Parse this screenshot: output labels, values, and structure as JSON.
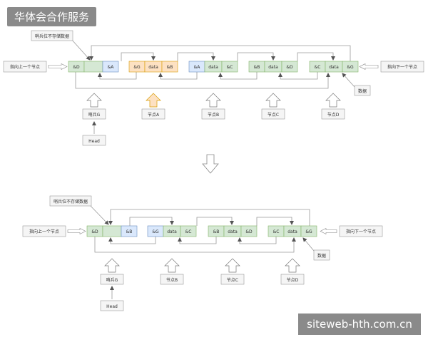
{
  "header": {
    "title": "华体会合作服务"
  },
  "watermark": {
    "text": "siteweb-hth.com.cn"
  },
  "labels": {
    "sentinel_note": "哨兵位不存储数据",
    "prev_pointer": "指向上一个节点",
    "next_pointer": "指向下一个节点",
    "data_note": "数据",
    "sentinel": "哨兵G",
    "head": "Head",
    "node_a": "节点A",
    "node_b": "节点B",
    "node_c": "节点C",
    "node_d": "节点D"
  },
  "cells": {
    "g_prev": "&D",
    "g_next": "&A",
    "a_prev": "&G",
    "a_data": "data",
    "a_next": "&B",
    "b_prev": "&A",
    "b_data": "data",
    "b_next": "&C",
    "c_prev": "&B",
    "c_data": "data",
    "c_next": "&D",
    "d_prev": "&C",
    "d_data": "data",
    "d_next": "&G",
    "g2_prev": "&D",
    "g2_next": "&B",
    "b2_prev": "&G",
    "b2_data": "data",
    "b2_next": "&C",
    "c2_prev": "&B",
    "c2_data": "data",
    "c2_next": "&D",
    "d2_prev": "&C",
    "d2_data": "data",
    "d2_next": "&G"
  },
  "colors": {
    "green_cell": "#d5e8d4",
    "blue_cell": "#dae8fc",
    "orange_cell": "#fde1c2",
    "highlight_arrow": "#fde1c2"
  }
}
